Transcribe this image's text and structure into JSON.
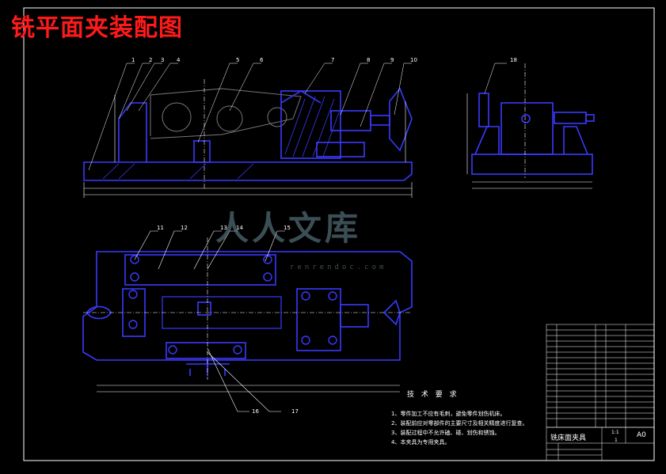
{
  "title": "铣平面夹装配图",
  "watermark": {
    "text": "人人文库",
    "sub": "renrendoc.com"
  },
  "part_labels": [
    "1",
    "2",
    "3",
    "4",
    "5",
    "6",
    "7",
    "8",
    "9",
    "10",
    "11",
    "12",
    "13",
    "14",
    "15",
    "16",
    "17",
    "18"
  ],
  "tech_requirements": {
    "heading": "技 术 要 求",
    "items": [
      "1、零件加工不应有毛刺，避免零件划伤机床。",
      "2、装配前应对零部件的主要尺寸及相关精度进行复查。",
      "3、装配过程中不允许磕、碰、划伤和锈蚀。",
      "4、本夹具为专用夹具。"
    ]
  },
  "title_block": {
    "name": "铣床面夹具",
    "scale": "1:1",
    "sheet": "A0",
    "qty": "1"
  },
  "colors": {
    "bg": "#000000",
    "line": "#0000ff",
    "part": "#3a3aff",
    "dim": "#ffffff",
    "title": "#ff1a1a",
    "watermark": "#6d8e9c"
  }
}
